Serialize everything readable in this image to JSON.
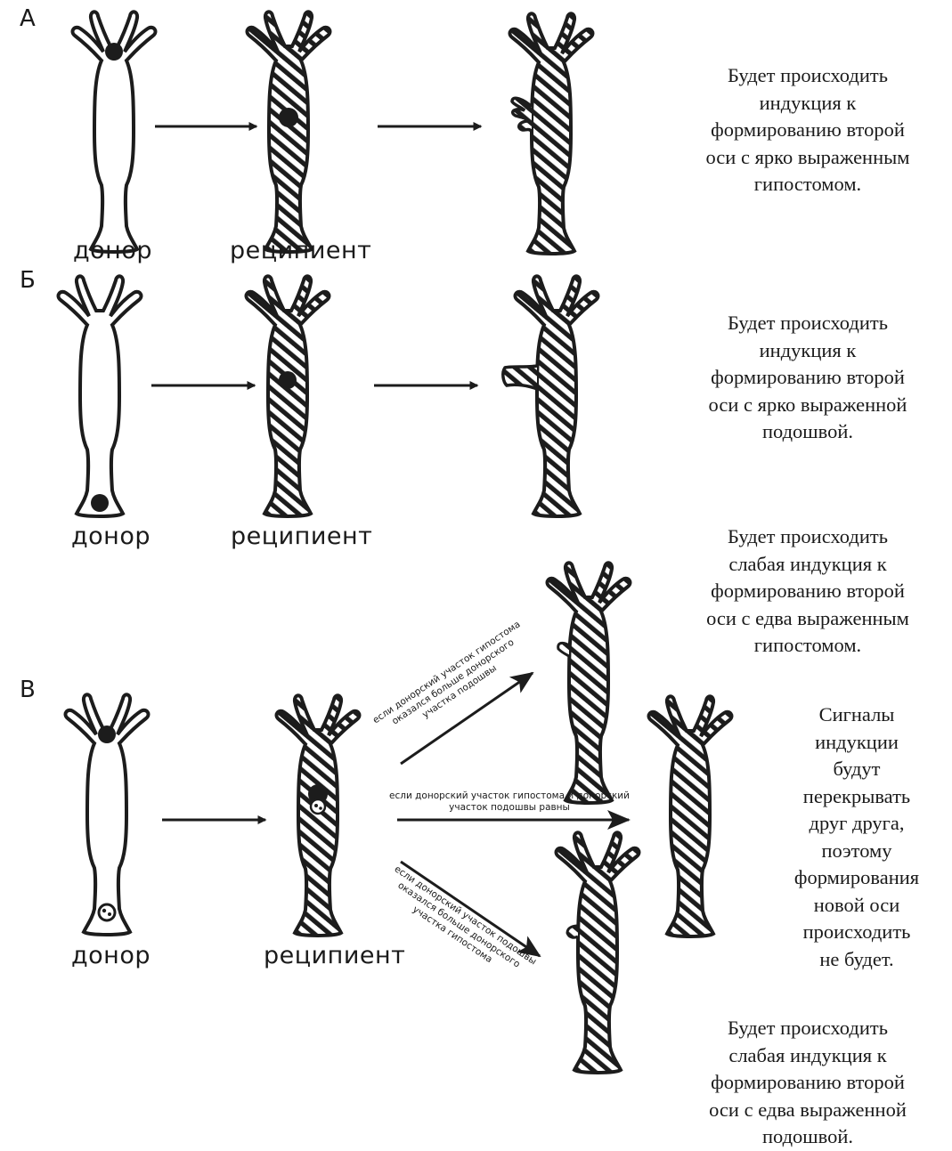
{
  "panels": [
    {
      "letter": "А",
      "donor_label": "донор",
      "recipient_label": "реципиент",
      "outcome_lines": [
        "Будет происходить",
        "индукция к",
        "формированию второй",
        "оси с ярко выраженным",
        "гипостомом."
      ]
    },
    {
      "letter": "Б",
      "donor_label": "донор",
      "recipient_label": "реципиент",
      "outcome_lines": [
        "Будет происходить",
        "индукция к",
        "формированию второй",
        "оси с ярко выраженной",
        "подошвой."
      ]
    },
    {
      "letter": "В",
      "donor_label": "донор",
      "recipient_label": "реципиент",
      "branch_labels": [
        [
          "если донорский участок гипостома",
          "оказался больше донорского",
          "участка подошвы"
        ],
        [
          "если донорский участок гипостома и донорский",
          "участок подошвы равны"
        ],
        [
          "если донорский участок подошвы",
          "оказался больше донорского",
          "участка гипостома"
        ]
      ],
      "outcome_top_lines": [
        "Будет происходить",
        "слабая индукция к",
        "формированию второй",
        "оси с едва выраженным",
        "гипостомом."
      ],
      "outcome_middle_lines": [
        "Сигналы",
        "индукции",
        "будут",
        "перекрывать",
        "друг друга,",
        "поэтому",
        "формирования",
        "новой оси",
        "происходить",
        "не будет."
      ],
      "outcome_bottom_lines": [
        "Будет происходить",
        "слабая индукция к",
        "формированию второй",
        "оси с едва выраженной",
        "подошвой."
      ]
    }
  ]
}
